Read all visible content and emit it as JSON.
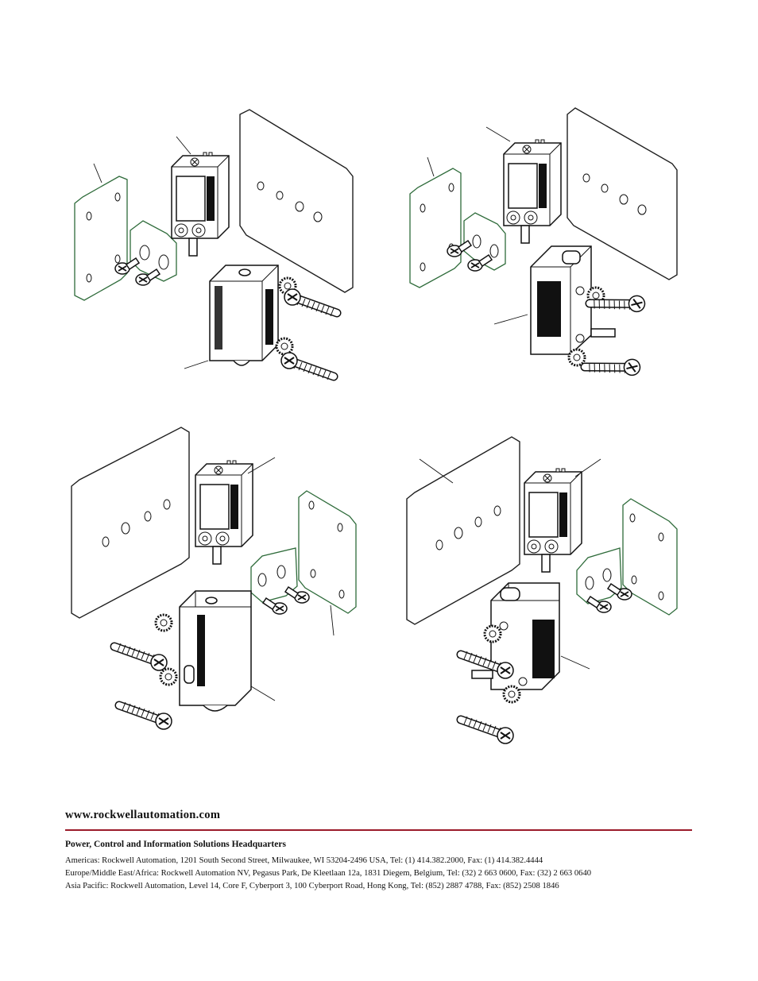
{
  "footer": {
    "url": "www.rockwellautomation.com",
    "headquarters_title": "Power, Control and Information Solutions Headquarters",
    "addresses": [
      "Americas: Rockwell Automation, 1201 South Second Street, Milwaukee, WI 53204-2496 USA, Tel: (1) 414.382.2000, Fax: (1) 414.382.4444",
      "Europe/Middle East/Africa: Rockwell Automation NV, Pegasus Park, De Kleetlaan 12a, 1831 Diegem, Belgium, Tel: (32) 2 663 0600, Fax: (32) 2 663 0640",
      "Asia Pacific: Rockwell Automation, Level 14, Core F, Cyberport 3, 100 Cyberport Road, Hong Kong, Tel: (852) 2887 4788, Fax: (852) 2508 1846"
    ]
  },
  "colors": {
    "rule": "#9b1b2a",
    "bracket_outline": "#2e6b3a",
    "ink": "#111111"
  }
}
